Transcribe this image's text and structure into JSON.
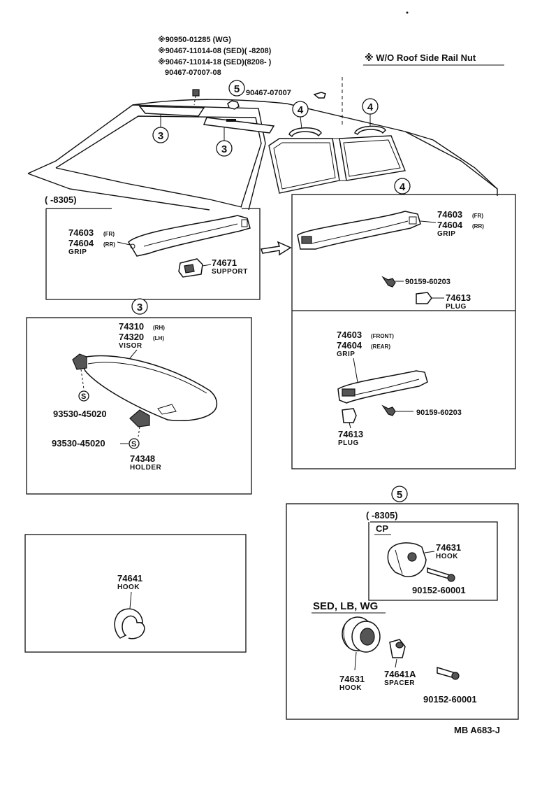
{
  "top_notes": {
    "line1": "※90950-01285 (WG)",
    "line2": "※90467-11014-08 (SED)(          -8208)",
    "line3": "※90467-11014-18 (SED)(8208-          )",
    "line4": "90467-07007-08",
    "legend": "※ W/O Roof Side Rail Nut"
  },
  "callouts": {
    "c3": "3",
    "c4": "4",
    "c5": "5"
  },
  "top_view": {
    "nut_label": "90467-07007"
  },
  "panel_grip_early": {
    "date_range": "(       -8305)",
    "grip_fr": "74603",
    "grip_fr_sub": "(FR)",
    "grip_rr": "74604",
    "grip_rr_sub": "(RR)",
    "grip_label": "GRIP",
    "support_pn": "74671",
    "support_label": "SUPPORT"
  },
  "panel_grip_late": {
    "grip_fr": "74603",
    "grip_fr_sub": "(FR)",
    "grip_rr": "74604",
    "grip_rr_sub": "(RR)",
    "grip_label": "GRIP",
    "screw_pn": "90159-60203",
    "plug_pn": "74613",
    "plug_label": "PLUG"
  },
  "panel_grip_alt": {
    "grip_front": "74603",
    "grip_front_sub": "(FRONT)",
    "grip_rear": "74604",
    "grip_rear_sub": "(REAR)",
    "grip_label": "GRIP",
    "screw_pn": "90159-60203",
    "plug_pn": "74613",
    "plug_label": "PLUG"
  },
  "panel_visor": {
    "visor_rh": "74310",
    "visor_rh_sub": "(RH)",
    "visor_lh": "74320",
    "visor_lh_sub": "(LH)",
    "visor_label": "VISOR",
    "screw1_pn": "93530-45020",
    "screw2_pn": "93530-45020",
    "holder_pn": "74348",
    "holder_label": "HOLDER",
    "s_mark": "S"
  },
  "panel_hook_single": {
    "hook_pn": "74641",
    "hook_label": "HOOK"
  },
  "panel_hook_set": {
    "date_range": "(          -8305)",
    "cp_label": "CP",
    "cp_hook_pn": "74631",
    "cp_hook_label": "HOOK",
    "cp_screw_pn": "90152-60001",
    "sed_label": "SED, LB, WG",
    "hook_pn": "74631",
    "hook_label": "HOOK",
    "spacer_pn": "74641A",
    "spacer_label": "SPACER",
    "screw_pn": "90152-60001"
  },
  "footer": {
    "code": "MB A683-J"
  }
}
